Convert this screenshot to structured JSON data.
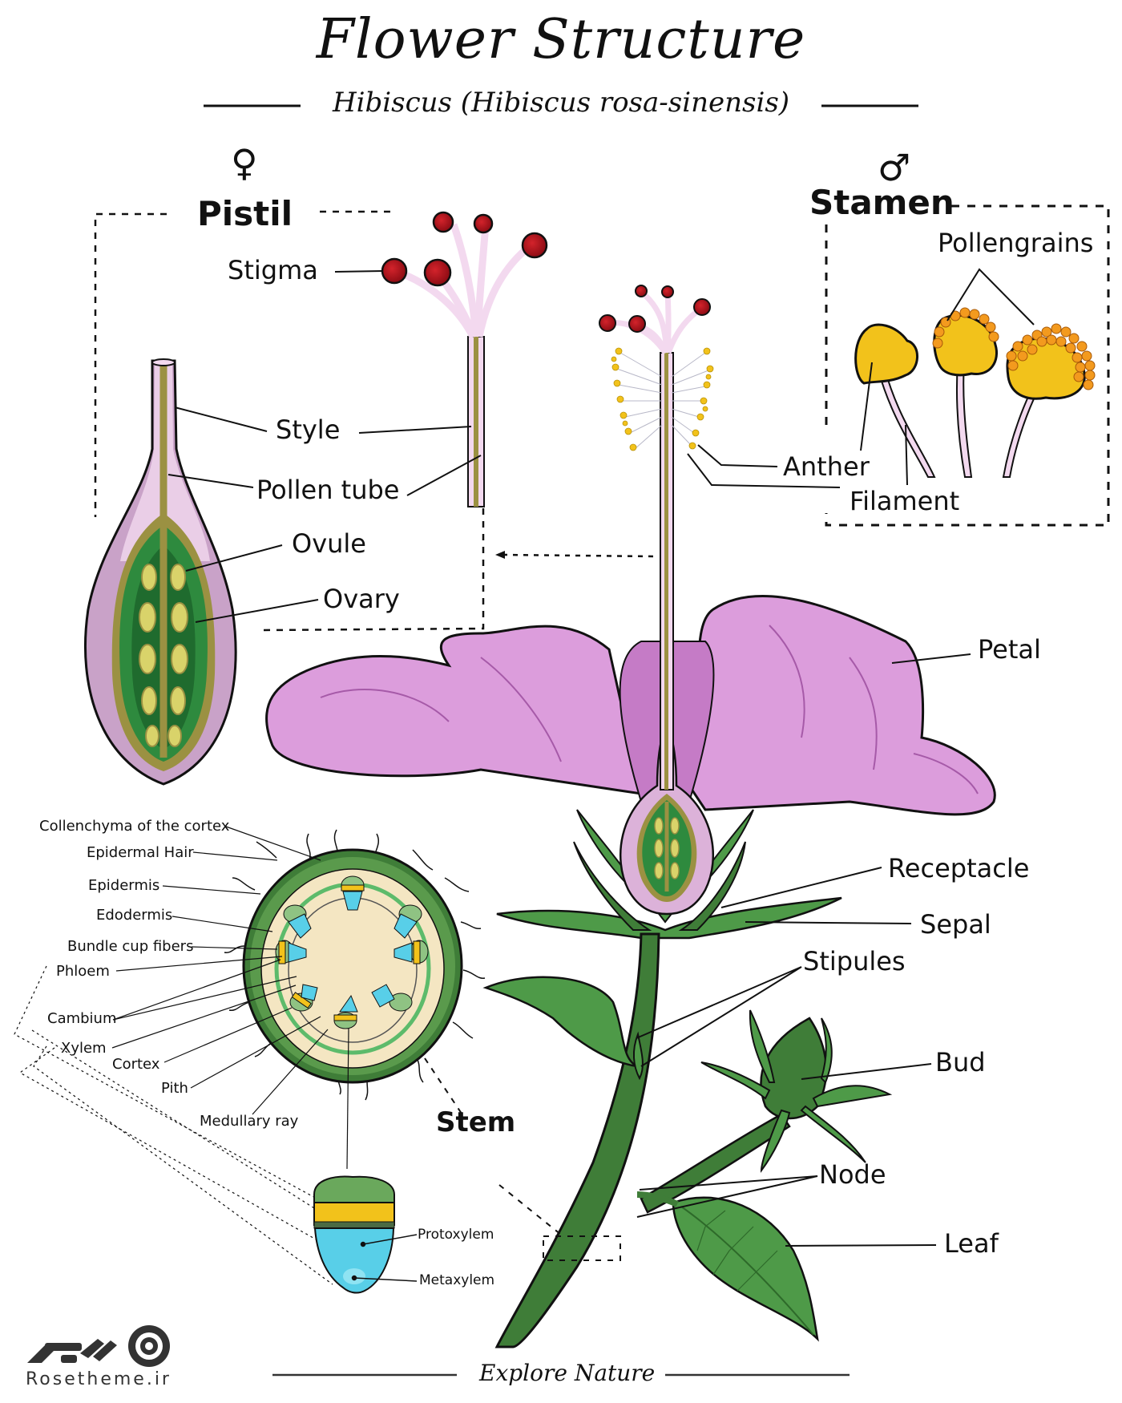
{
  "header": {
    "title": "Flower Structure",
    "subtitle": "Hibiscus (Hibiscus rosa-sinensis)"
  },
  "pistil": {
    "symbol": "♀",
    "heading": "Pistil",
    "labels": {
      "stigma": "Stigma",
      "style": "Style",
      "pollen_tube": "Pollen tube",
      "ovule": "Ovule",
      "ovary": "Ovary"
    }
  },
  "stamen": {
    "symbol": "♂",
    "heading": "Stamen",
    "labels": {
      "pollengrains": "Pollengrains",
      "anther": "Anther",
      "filament": "Filament"
    }
  },
  "flower": {
    "labels": {
      "petal": "Petal",
      "receptacle": "Receptacle",
      "sepal": "Sepal",
      "stipules": "Stipules",
      "bud": "Bud",
      "node": "Node",
      "leaf": "Leaf"
    }
  },
  "stem_section": {
    "heading": "Stem",
    "labels": [
      "Collenchyma of the cortex",
      "Epidermal Hair",
      "Epidermis",
      "Edodermis",
      "Bundle cup fibers",
      "Phloem",
      "Cambium",
      "Xylem",
      "Cortex",
      "Pith",
      "Medullary ray"
    ],
    "bundle_labels": {
      "protoxylem": "Protoxylem",
      "metaxylem": "Metaxylem"
    }
  },
  "colors": {
    "petal": "#dc9ddc",
    "petal_dark": "#c57bc6",
    "pistil_pink": "#f3d9ef",
    "pollen_tube": "#9b9142",
    "ovary_green": "#2e8a3e",
    "stem_green": "#3f7d38",
    "leaf_green": "#4e9a48",
    "stigma_red": "#b5121b",
    "anther_yellow": "#f2c21b",
    "pollen_orange": "#f39a1e",
    "cortex_cream": "#f4e6c2",
    "xylem_blue": "#58cfe8"
  },
  "branding": {
    "logo_text": "Rosetheme.ir"
  },
  "footer": {
    "tagline": "Explore Nature"
  }
}
